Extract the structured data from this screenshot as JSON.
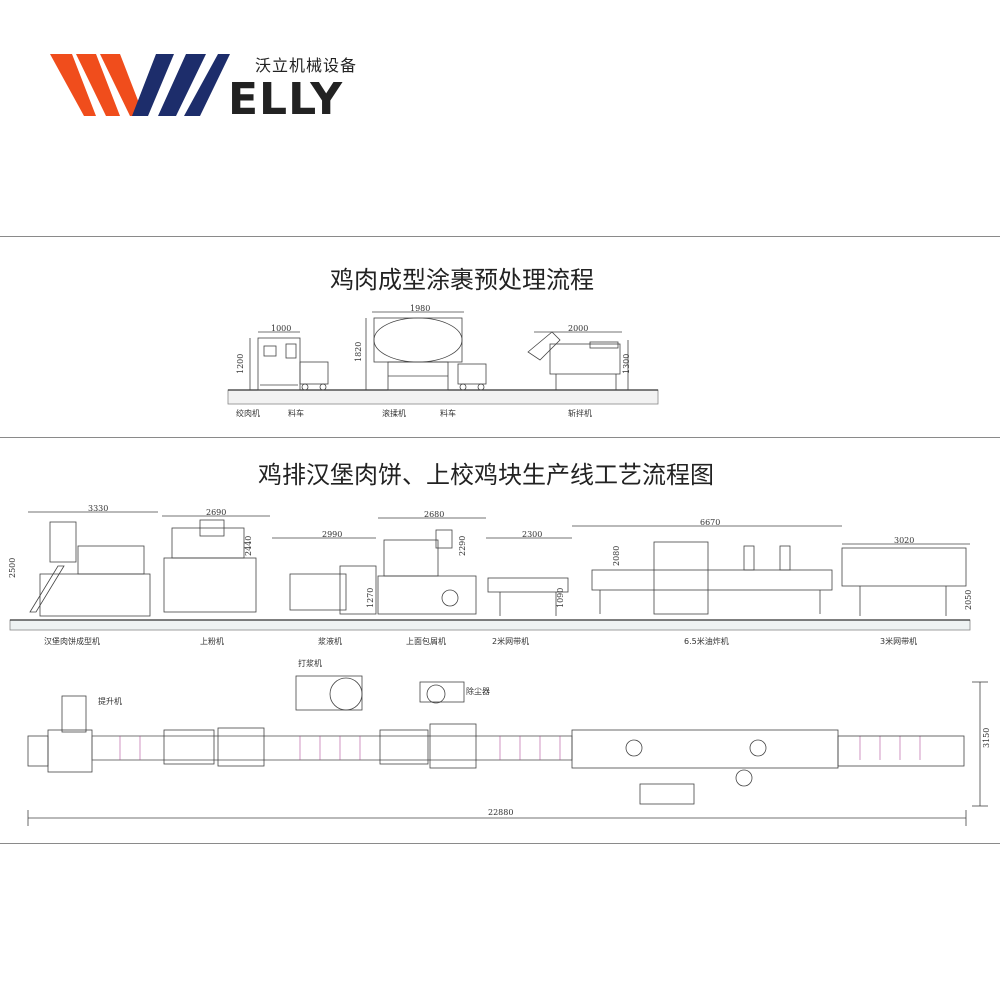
{
  "brand": {
    "name_cn": "沃立机械设备",
    "name_en": "ELLY",
    "colors": {
      "orange": "#f04d1c",
      "navy": "#1d2d6b",
      "text": "#222222"
    }
  },
  "section1": {
    "title": "鸡肉成型涂裹预处理流程",
    "machines": [
      {
        "label": "绞肉机"
      },
      {
        "label": "料车"
      },
      {
        "label": "滚揉机"
      },
      {
        "label": "料车"
      },
      {
        "label": "斩拌机"
      }
    ],
    "dimensions": {
      "w1": "1000",
      "h1": "1200",
      "w2": "1980",
      "h2": "1820",
      "w3": "2000",
      "h3": "1300"
    }
  },
  "section2": {
    "title": "鸡排汉堡肉饼、上校鸡块生产线工艺流程图",
    "machines": [
      {
        "label": "汉堡肉饼成型机"
      },
      {
        "label": "上粉机"
      },
      {
        "label": "浆液机"
      },
      {
        "label": "上面包屑机"
      },
      {
        "label": "2米网带机"
      },
      {
        "label": "6.5米油炸机"
      },
      {
        "label": "3米网带机"
      }
    ],
    "plan_labels": {
      "lift": "提升机",
      "batter": "打浆机",
      "dust": "除尘器"
    },
    "dimensions": {
      "d3330": "3330",
      "d2690": "2690",
      "d2990": "2990",
      "d2680": "2680",
      "d2300": "2300",
      "d6670": "6670",
      "d3020": "3020",
      "h2500": "2500",
      "h2440": "2440",
      "h1270": "1270",
      "h2290": "2290",
      "h1090": "1090",
      "h2080": "2080",
      "h2050": "2050",
      "w3150": "3150",
      "total": "22880"
    }
  }
}
